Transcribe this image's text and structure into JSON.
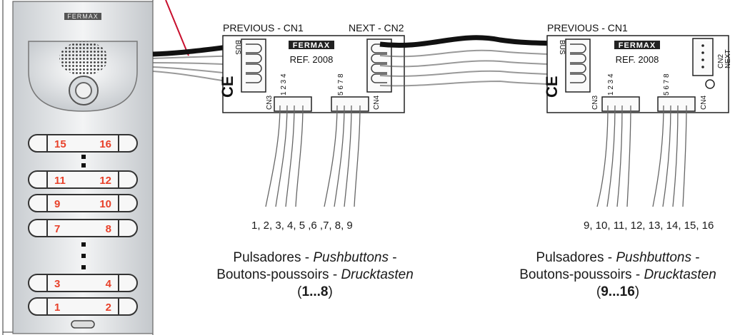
{
  "panel": {
    "brand": "FERMAX",
    "buttons": [
      {
        "left": "15",
        "right": "16"
      },
      {
        "left": "11",
        "right": "12"
      },
      {
        "left": "9",
        "right": "10"
      },
      {
        "left": "7",
        "right": "8"
      },
      {
        "left": "3",
        "right": "4"
      },
      {
        "left": "1",
        "right": "2"
      }
    ],
    "label_color": "#e8412a"
  },
  "module1": {
    "header_prev": "PREVIOUS -  CN1",
    "header_next": "NEXT - CN2",
    "brand": "FERMAX",
    "ref": "REF. 2008",
    "bus": "BUS",
    "cn3": "CN3",
    "cn4": "CN4",
    "pins_a": "1 2 3 4",
    "pins_b": "5 6 7 8",
    "ce": "CE"
  },
  "module2": {
    "header_prev": "PREVIOUS -  CN1",
    "brand": "FERMAX",
    "ref": "REF. 2008",
    "bus": "BUS",
    "cn3": "CN3",
    "cn4": "CN4",
    "cn2": "CN2",
    "next": "NEXT",
    "pins_a": "1 2 3 4",
    "pins_b": "5 6 7 8",
    "ce": "CE"
  },
  "numbers1": "1, 2, 3, 4, 5 ,6 ,7, 8, 9",
  "numbers2": "9, 10, 11, 12, 13, 14, 15, 16",
  "caption1": {
    "a": "Pulsadores - ",
    "b": "Pushbuttons",
    "c": " -",
    "d": "Boutons-poussoirs - ",
    "e": "Drucktasten",
    "f": "(",
    "g": "1...8",
    "h": ")"
  },
  "caption2": {
    "a": "Pulsadores - ",
    "b": "Pushbuttons",
    "c": " -",
    "d": "Boutons-poussoirs - ",
    "e": "Drucktasten",
    "f": "(",
    "g": "9...16",
    "h": ")"
  }
}
